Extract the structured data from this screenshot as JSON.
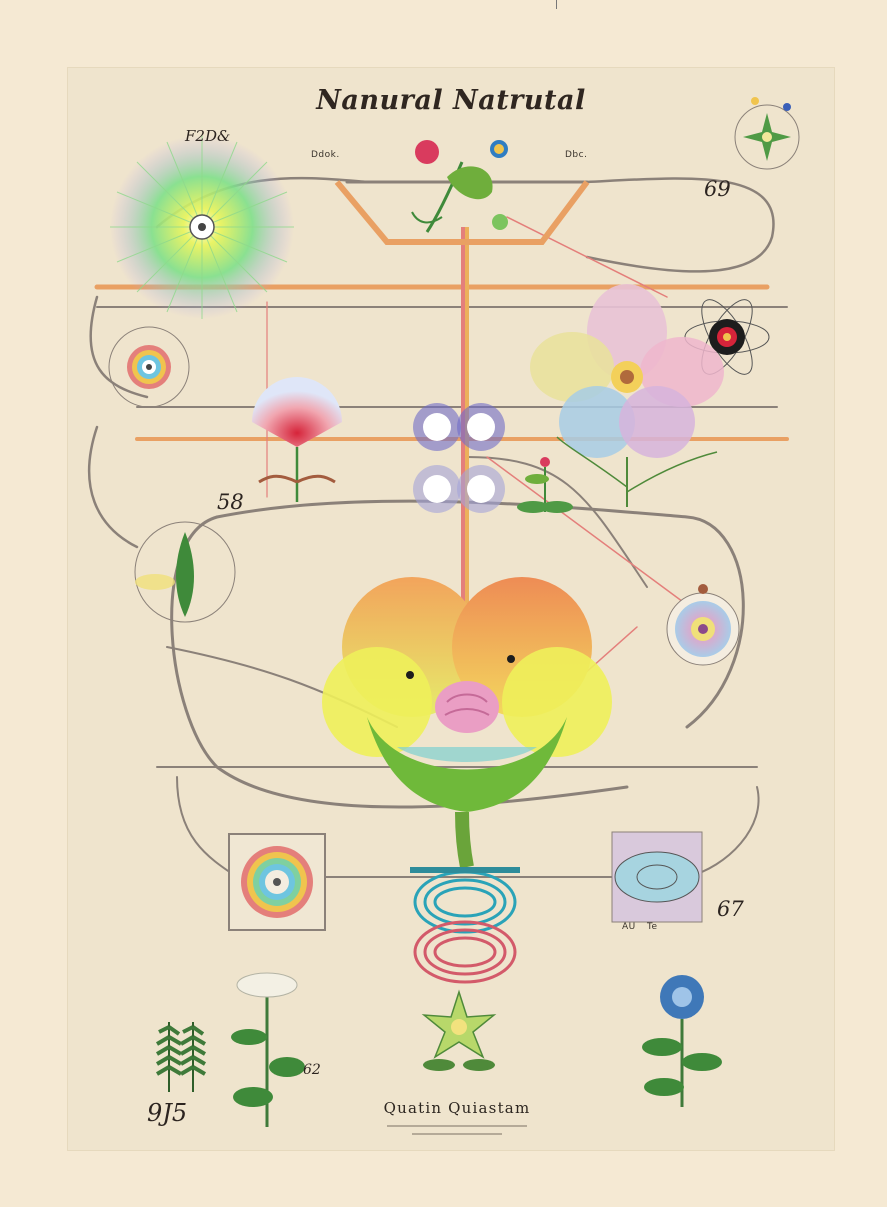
{
  "poster": {
    "title": "Nanural Natrutal",
    "footer_title": "Quatin Quiastam",
    "labels": {
      "top_left": "F2D&",
      "top_right_num": "69",
      "mid_left_num": "58",
      "bottom_right_num": "67",
      "bottom_left_num": "9J5",
      "herb_code": "62",
      "top_mid_a": "Ddok.",
      "top_mid_b": "Dbc.",
      "bottom_row_a": "AU",
      "bottom_row_b": "Te"
    }
  },
  "colors": {
    "background": "#f5e9d3",
    "poster": "#efe4cd",
    "rail_orange": "#e9a063",
    "rail_pink": "#e47f7b",
    "rail_grey": "#8b8179",
    "accent_yellow": "#f0c44e",
    "leaf_green": "#3f8a3a"
  }
}
